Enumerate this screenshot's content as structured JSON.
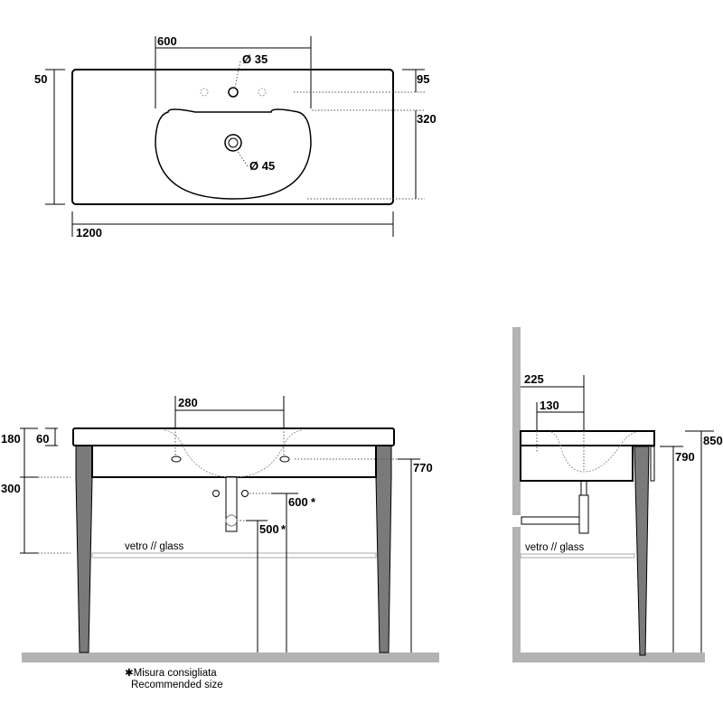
{
  "top_view": {
    "dim_width": "1200",
    "dim_depth": "50",
    "dim_basin_width": "600",
    "dim_tap_hole": "Ø 35",
    "dim_drain": "Ø 45",
    "dim_hole_offset": "95",
    "dim_drain_offset": "320"
  },
  "front_view": {
    "dim_total_top": "180",
    "dim_top_thickness": "60",
    "dim_shelf": "300",
    "dim_overflow": "280",
    "dim_height": "770",
    "dim_water_inlet": "600",
    "dim_drain_outlet": "500",
    "asterisk": "*",
    "glass_label": "vetro // glass"
  },
  "side_view": {
    "dim_tap_from_wall": "225",
    "dim_basin_from_wall": "130",
    "dim_frame_height": "790",
    "dim_total_height": "850",
    "glass_label": "vetro // glass"
  },
  "note": {
    "line1": "✱Misura consigliata",
    "line2": "Recommended size"
  },
  "colors": {
    "wall": "#b3b3b3",
    "leg": "#7a7a7a"
  }
}
